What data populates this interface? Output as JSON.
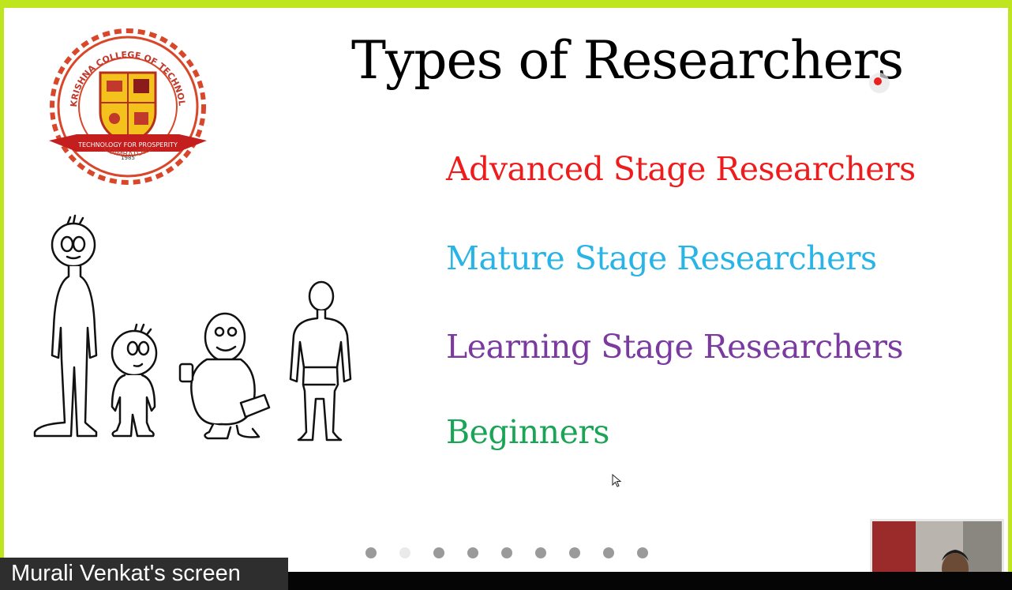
{
  "slide": {
    "title": "Types of Researchers",
    "items": [
      {
        "label": "Advanced Stage Researchers",
        "color": "#ee1c1c"
      },
      {
        "label": "Mature Stage Researchers",
        "color": "#28b4e6"
      },
      {
        "label": "Learning Stage Researchers",
        "color": "#7b3aa0"
      },
      {
        "label": "Beginners",
        "color": "#1aa456"
      }
    ],
    "logo": {
      "ring_text": "SRI KRISHNA COLLEGE OF TECHNOLOGY",
      "banner": "TECHNOLOGY FOR PROSPERITY",
      "year": "1985",
      "city": "COIMBATORE"
    },
    "pagination": {
      "count": 9,
      "active_index": 1
    }
  },
  "share": {
    "label": "Murali Venkat's screen"
  },
  "icons": [
    "college-logo",
    "researchers-illustration",
    "laser-pointer-icon",
    "mouse-cursor-icon"
  ]
}
